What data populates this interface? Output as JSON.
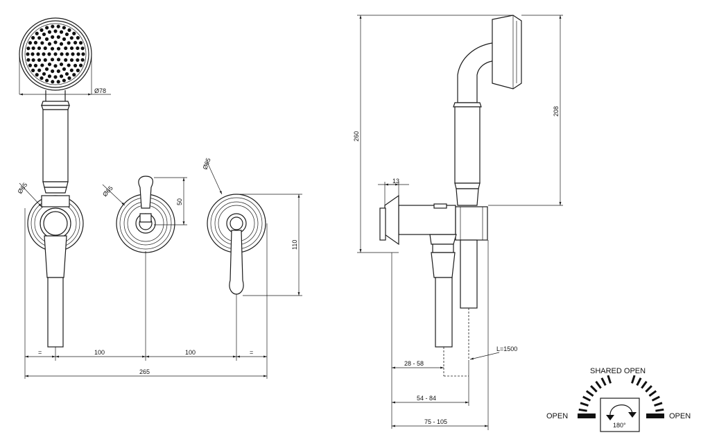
{
  "dimensions": {
    "head_diameter": "Ø78",
    "left_flange_diameter": "Ø65",
    "middle_flange_diameter": "Ø65",
    "right_flange_diameter": "Ø65",
    "handle_height": "50",
    "outlet_height": "110",
    "gap_left": "=",
    "spacing_1": "100",
    "spacing_2": "100",
    "gap_right": "=",
    "total_width": "265",
    "total_height": "260",
    "shower_height": "208",
    "flange_depth": "13",
    "hose_length": "L=1500",
    "depth_range_1": "28 - 58",
    "depth_range_2": "54 - 84",
    "depth_range_3": "75 - 105"
  },
  "rotation_legend": {
    "shared_open": "SHARED OPEN",
    "open_left": "OPEN",
    "open_right": "OPEN",
    "angle": "180°"
  }
}
